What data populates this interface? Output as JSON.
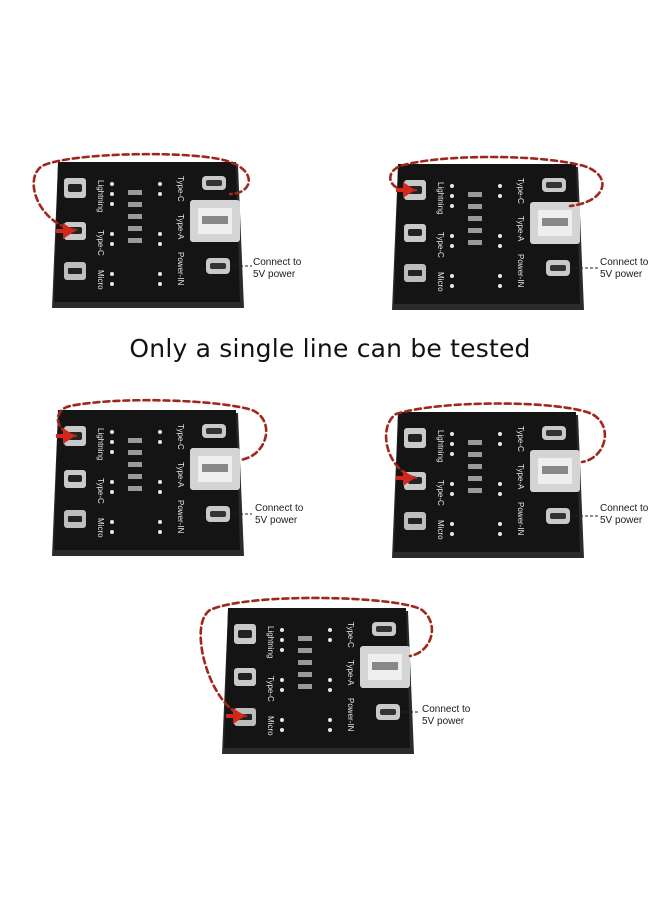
{
  "headline": "Only a single line can be tested",
  "power_label_line1": "Connect to",
  "power_label_line2": "5V power",
  "colors": {
    "pcb": "#141414",
    "pcb_edge": "#2b2b2b",
    "connector": "#c9c9c9",
    "silk": "#e6e6e6",
    "loop": "#a0271b"
  },
  "panels": [
    {
      "name": "panel-1",
      "loop_icon": "dashed-loop-icon",
      "arrow_icon": "red-arrow-icon"
    },
    {
      "name": "panel-2",
      "loop_icon": "dashed-loop-icon",
      "arrow_icon": "red-arrow-icon"
    },
    {
      "name": "panel-3",
      "loop_icon": "dashed-loop-icon",
      "arrow_icon": "red-arrow-icon"
    },
    {
      "name": "panel-4",
      "loop_icon": "dashed-loop-icon",
      "arrow_icon": "red-arrow-icon"
    },
    {
      "name": "panel-5",
      "loop_icon": "dashed-loop-icon",
      "arrow_icon": "red-arrow-icon"
    }
  ]
}
